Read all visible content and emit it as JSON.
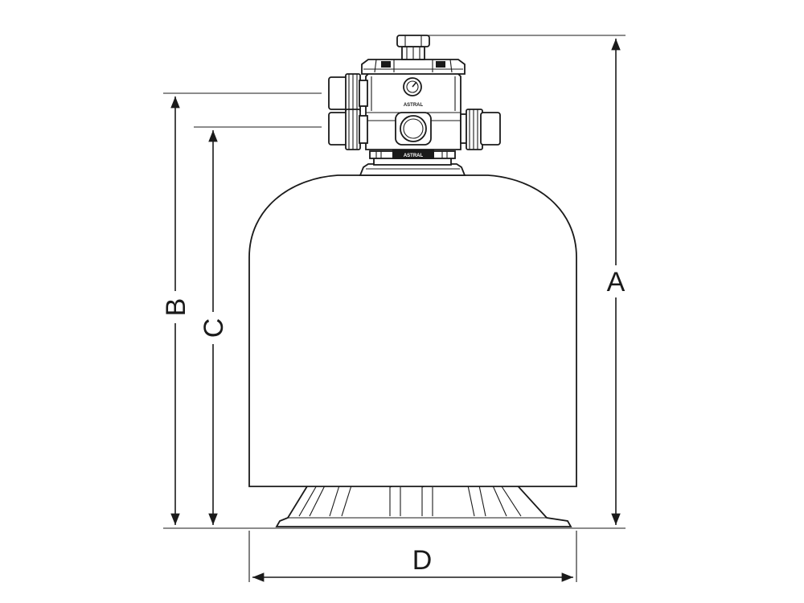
{
  "dimensions": {
    "a": "A",
    "b": "B",
    "c": "C",
    "d": "D"
  },
  "valve": {
    "brand": "ASTRAL"
  }
}
